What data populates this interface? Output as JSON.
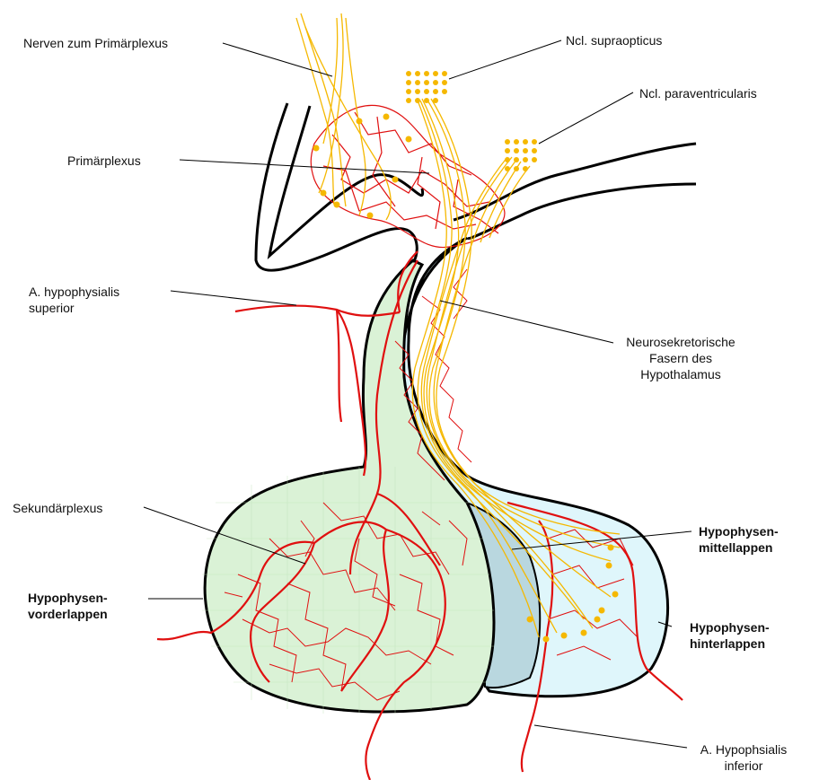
{
  "labels": {
    "nerven": "Nerven zum Primärplexus",
    "ncl_supra": "Ncl. supraopticus",
    "ncl_para": "Ncl. paraventricularis",
    "primaerplexus": "Primärplexus",
    "a_sup_line1": "A. hypophysialis",
    "a_sup_line2": "superior",
    "neuro_line1": "Neurosekretorische",
    "neuro_line2": "Fasern des",
    "neuro_line3": "Hypothalamus",
    "sekundaerplexus": "Sekundärplexus",
    "hvl_line1": "Hypophysen-",
    "hvl_line2": "vorderlappen",
    "hml_line1": "Hypophysen-",
    "hml_line2": "mittellappen",
    "hhl_line1": "Hypophysen-",
    "hhl_line2": "hinterlappen",
    "a_inf_line1": "A. Hypophsialis",
    "a_inf_line2": "inferior"
  },
  "colors": {
    "outline": "#000000",
    "vessel": "#e01010",
    "nerve": "#f5b800",
    "anterior_lobe_fill": "#daf2d6",
    "intermediate_lobe_fill": "#b9d7df",
    "posterior_lobe_fill": "#dff6fb",
    "pointer": "#000000"
  }
}
